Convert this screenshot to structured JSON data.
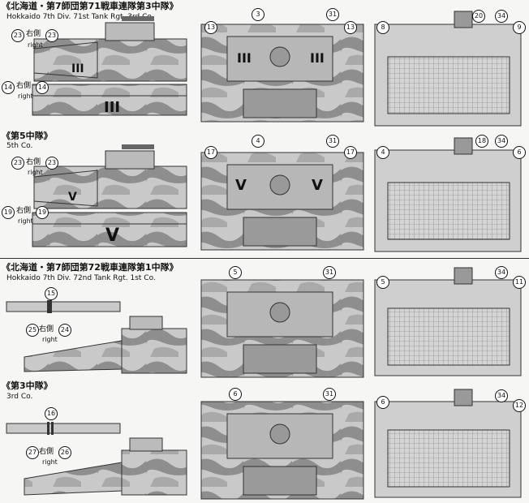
{
  "sections": [
    {
      "title_jp": "《北海道・第7師団第71戦車連隊第3中隊》",
      "title_en": "Hokkaido 7th Div. 71st Tank Rgt. 3rd Co."
    },
    {
      "title_jp": "《第5中隊》",
      "title_en": "5th Co."
    },
    {
      "title_jp": "《北海道・第7師団第72戦車連隊第1中隊》",
      "title_en": "Hokkaido 7th Div. 72nd Tank Rgt. 1st Co."
    },
    {
      "title_jp": "《第3中隊》",
      "title_en": "3rd Co."
    }
  ],
  "side_label": {
    "jp": "右側",
    "en": "right"
  },
  "markings": [
    "III",
    "V"
  ],
  "callouts": {
    "r1": [
      "23",
      "23",
      "14",
      "14",
      "13",
      "3",
      "31",
      "13",
      "8",
      "20",
      "34",
      "9"
    ],
    "r2": [
      "23",
      "23",
      "19",
      "19",
      "17",
      "4",
      "31",
      "17",
      "4",
      "18",
      "34",
      "6"
    ],
    "r3": [
      "15",
      "25",
      "24",
      "5",
      "31",
      "5",
      "34",
      "11"
    ],
    "r4": [
      "16",
      "27",
      "26",
      "6",
      "31",
      "6",
      "34",
      "12"
    ]
  }
}
